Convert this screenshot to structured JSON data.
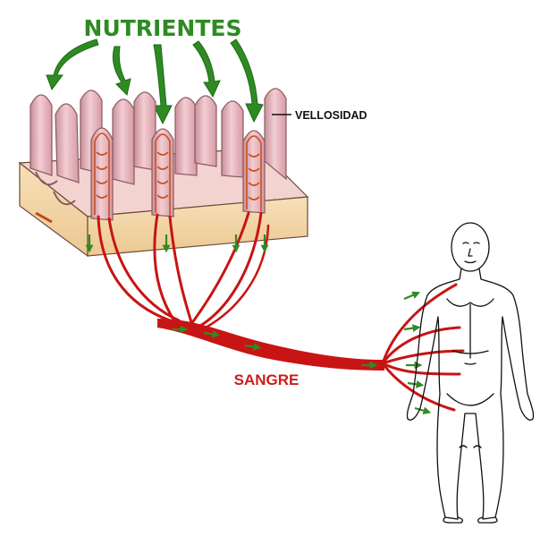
{
  "labels": {
    "nutrients": "NUTRIENTES",
    "villus": "VELLOSIDAD",
    "blood": "SANGRE"
  },
  "colors": {
    "nutrient_green": "#2e8b22",
    "blood_red": "#c81414",
    "villus_pink": "#eab9c0",
    "tissue_tan": "#f2d7a8",
    "outline": "#111111"
  },
  "icons": {
    "nutrient_arrows": "curved-arrow-down-icon",
    "flow_arrows": "small-green-arrow-icon"
  }
}
